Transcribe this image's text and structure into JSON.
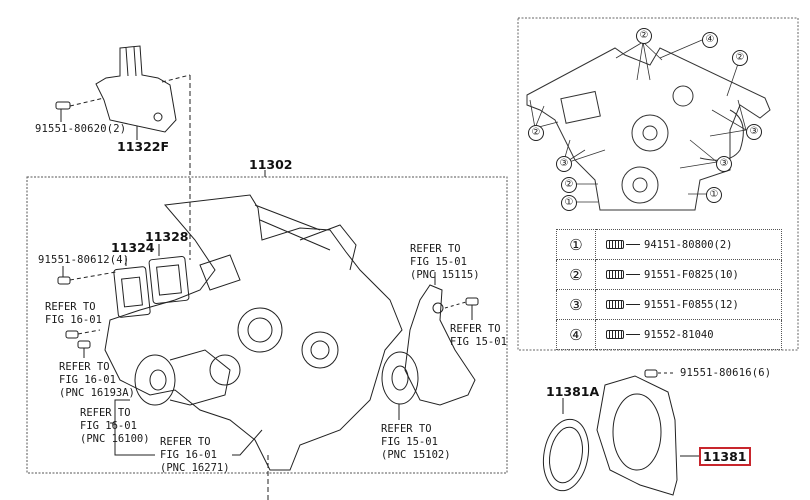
{
  "diagram": {
    "main_assembly": {
      "part_no": "11302"
    },
    "top_bracket": {
      "part_no": "11322F",
      "bolt": "91551-80620(2)"
    },
    "gaskets": [
      {
        "part_no": "11324"
      },
      {
        "part_no": "11328"
      }
    ],
    "gasket_bolt": "91551-80612(4)",
    "references": [
      {
        "id": "ref-left-1",
        "lines": [
          "REFER TO",
          "FIG 16-01"
        ]
      },
      {
        "id": "ref-16193a",
        "lines": [
          "REFER TO",
          "FIG 16-01",
          "(PNC 16193A)"
        ]
      },
      {
        "id": "ref-16100",
        "lines": [
          "REFER TO",
          "FIG 16-01",
          "(PNC 16100)"
        ]
      },
      {
        "id": "ref-16271",
        "lines": [
          "REFER TO",
          "FIG 16-01",
          "(PNC 16271)"
        ]
      },
      {
        "id": "ref-15115",
        "lines": [
          "REFER TO",
          "FIG 15-01",
          "(PNC 15115)"
        ]
      },
      {
        "id": "ref-15-01",
        "lines": [
          "REFER TO",
          "FIG 15-01"
        ]
      },
      {
        "id": "ref-15102",
        "lines": [
          "REFER TO",
          "FIG 15-01",
          "(PNC 15102)"
        ]
      }
    ],
    "bolt_table": [
      {
        "key": "①",
        "part": "94151-80800(2)"
      },
      {
        "key": "②",
        "part": "91551-F0825(10)"
      },
      {
        "key": "③",
        "part": "91551-F0855(12)"
      },
      {
        "key": "④",
        "part": "91552-81040"
      }
    ],
    "inset_markers": [
      "②",
      "④",
      "②",
      "②",
      "③",
      "③",
      "③",
      "②",
      "①",
      "①"
    ],
    "rear_seal": {
      "oil_seal": "11381A",
      "retainer": "11381",
      "retainer_highlighted": true,
      "bolt": "91551-80616(6)",
      "highlight_color": "#c8262d"
    }
  }
}
